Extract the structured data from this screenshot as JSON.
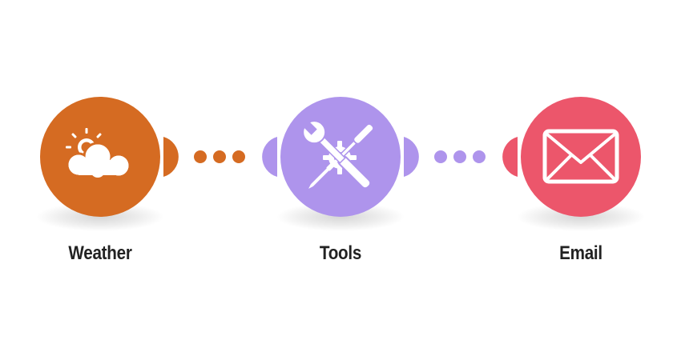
{
  "modules": [
    {
      "id": "weather",
      "label": "Weather",
      "color": "#D56B22",
      "icon": "sun-cloud-icon"
    },
    {
      "id": "tools",
      "label": "Tools",
      "color": "#AE94EC",
      "icon": "screwdriver-wrench-gear-icon"
    },
    {
      "id": "email",
      "label": "Email",
      "color": "#EC566B",
      "icon": "envelope-icon"
    }
  ],
  "connectors": [
    {
      "from": "weather",
      "to": "tools",
      "color": "#D56B22"
    },
    {
      "from": "tools",
      "to": "email",
      "color": "#AE94EC"
    }
  ]
}
